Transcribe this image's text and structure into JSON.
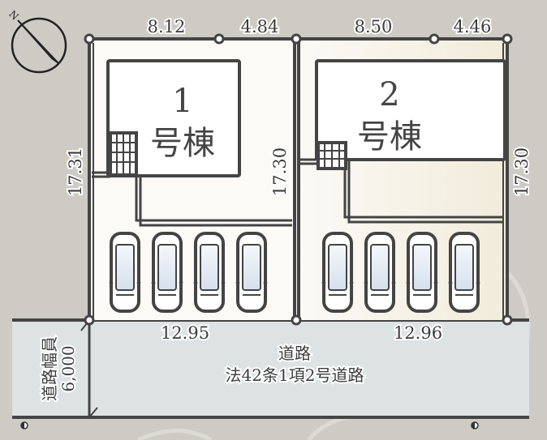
{
  "compass": {
    "label": "N"
  },
  "dimensions": {
    "top": [
      "8.12",
      "4.84",
      "8.50",
      "4.46"
    ],
    "left": "17.31",
    "middle": "17.30",
    "right": "17.30",
    "bottom": [
      "12.95",
      "12.96"
    ]
  },
  "buildings": [
    {
      "number": "1",
      "label": "号棟"
    },
    {
      "number": "2",
      "label": "号棟"
    }
  ],
  "road": {
    "name": "道路",
    "type": "法42条1項2号道路",
    "width_label": "道路幅員",
    "width_value": "6,000"
  },
  "colors": {
    "background": "#cdcbc4",
    "lot": "#fbfaf6",
    "road": "#dde3e3",
    "line": "#444444"
  }
}
